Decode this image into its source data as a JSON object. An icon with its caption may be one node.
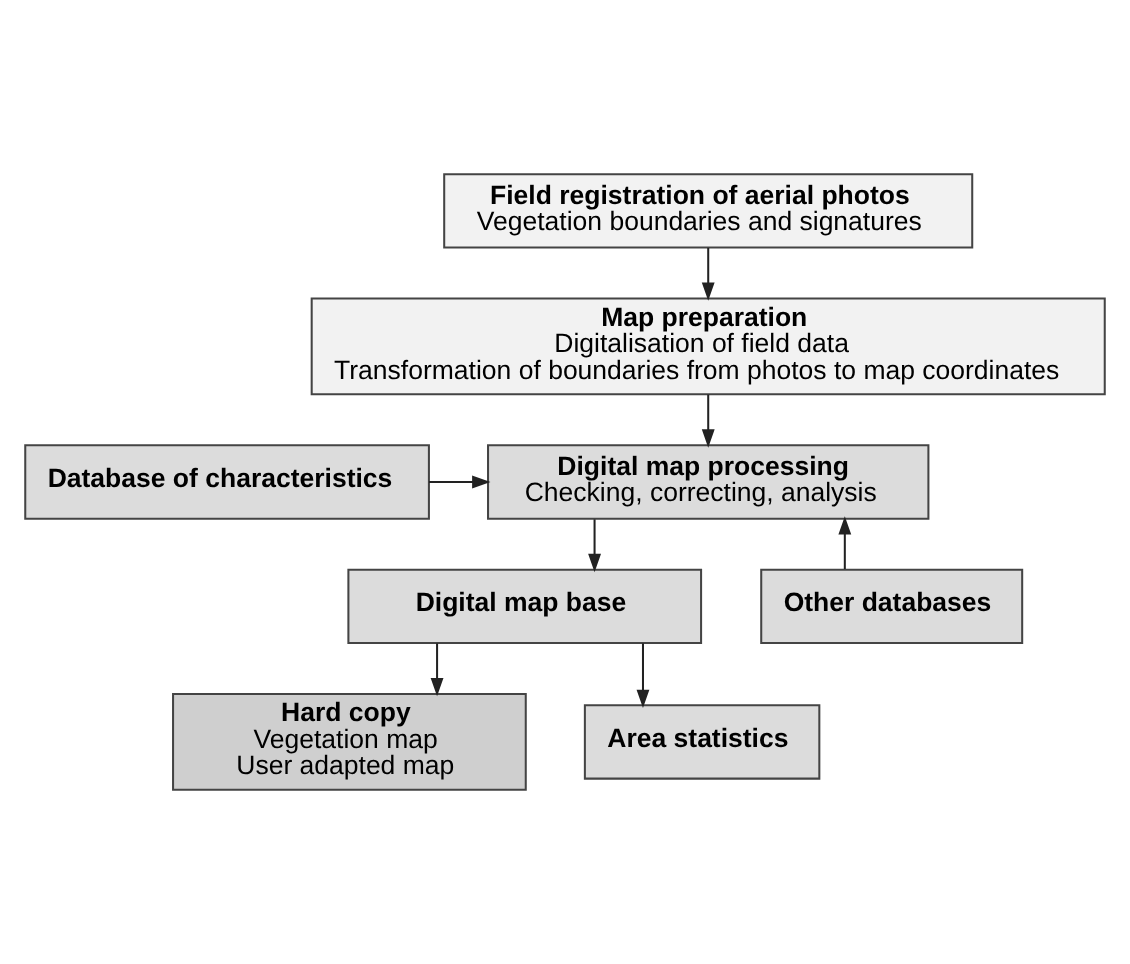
{
  "diagram": {
    "nodes": [
      {
        "text": [
          "Field registration of aerial photos",
          "Vegetation boundaries and signatures"
        ]
      },
      {
        "text": [
          "Map preparation",
          "Digitalisation of field data",
          "Transformation of boundaries from photos to map coordinates"
        ]
      },
      {
        "text": [
          "Digital map processing",
          "Checking, correcting, analysis"
        ]
      },
      {
        "text": [
          "Database of characteristics"
        ]
      },
      {
        "text": [
          "Other databases"
        ]
      },
      {
        "text": [
          "Digital map base"
        ]
      },
      {
        "text": [
          "Hard copy",
          "Vegetation map",
          "User adapted map"
        ]
      },
      {
        "text": [
          "Area statistics"
        ]
      }
    ],
    "edges": [
      {
        "from": 0,
        "to": 1,
        "arrow": "to"
      },
      {
        "from": 1,
        "to": 2,
        "arrow": "to"
      },
      {
        "from": 3,
        "to": 2,
        "arrow": "to"
      },
      {
        "from": 4,
        "to": 2,
        "arrow": "to"
      },
      {
        "from": 2,
        "to": 5,
        "arrow": "to"
      },
      {
        "from": 5,
        "to": 6,
        "arrow": "to"
      },
      {
        "from": 5,
        "to": 7,
        "arrow": "to"
      }
    ]
  }
}
